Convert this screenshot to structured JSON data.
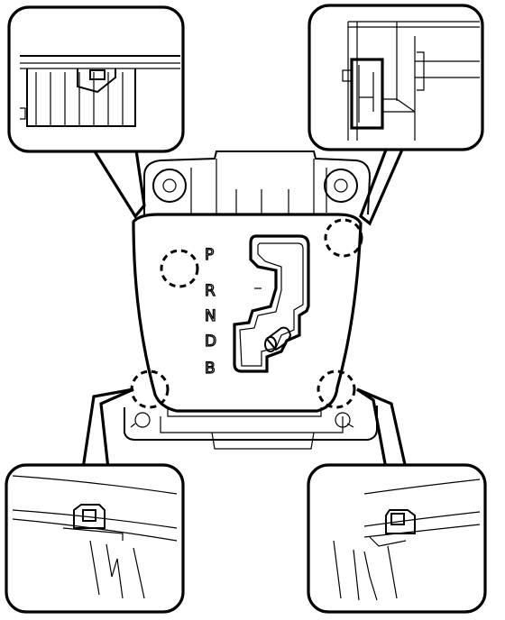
{
  "diagram": {
    "shift_positions": [
      "P",
      "R",
      "N",
      "D",
      "B"
    ],
    "callouts": [
      {
        "id": "top-left",
        "icon": "clip-detail-icon"
      },
      {
        "id": "top-right",
        "icon": "clip-detail-icon"
      },
      {
        "id": "bottom-left",
        "icon": "clip-detail-icon"
      },
      {
        "id": "bottom-right",
        "icon": "clip-detail-icon"
      }
    ],
    "colors": {
      "line": "#000000",
      "background": "#ffffff"
    }
  }
}
